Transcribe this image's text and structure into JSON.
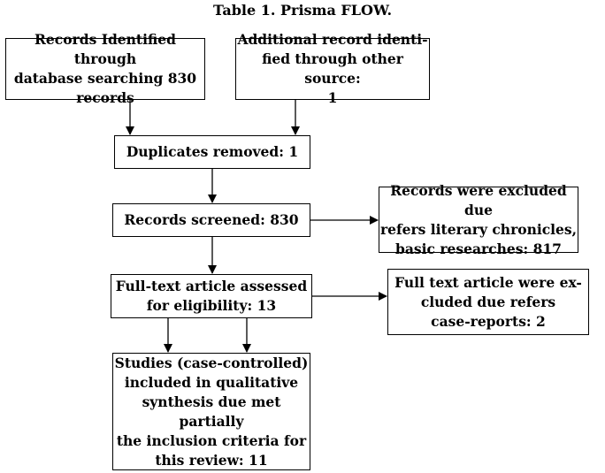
{
  "title": "Table 1. Prisma FLOW.",
  "boxes": {
    "identified": "Records Identified through\ndatabase searching 830\nrecords",
    "additional": "Additional record identi-\nfied through other source:\n1",
    "duplicates": "Duplicates removed: 1",
    "screened": "Records screened: 830",
    "excluded_screen": "Records were excluded due\nrefers literary chronicles,\nbasic researches: 817",
    "fulltext": "Full-text article assessed\nfor eligibility: 13",
    "excluded_fulltext": "Full text article were ex-\ncluded due refers\ncase-reports: 2",
    "included": "Studies (case-controlled)\nincluded in qualitative\nsynthesis due met partially\nthe inclusion criteria for\nthis review: 11"
  }
}
